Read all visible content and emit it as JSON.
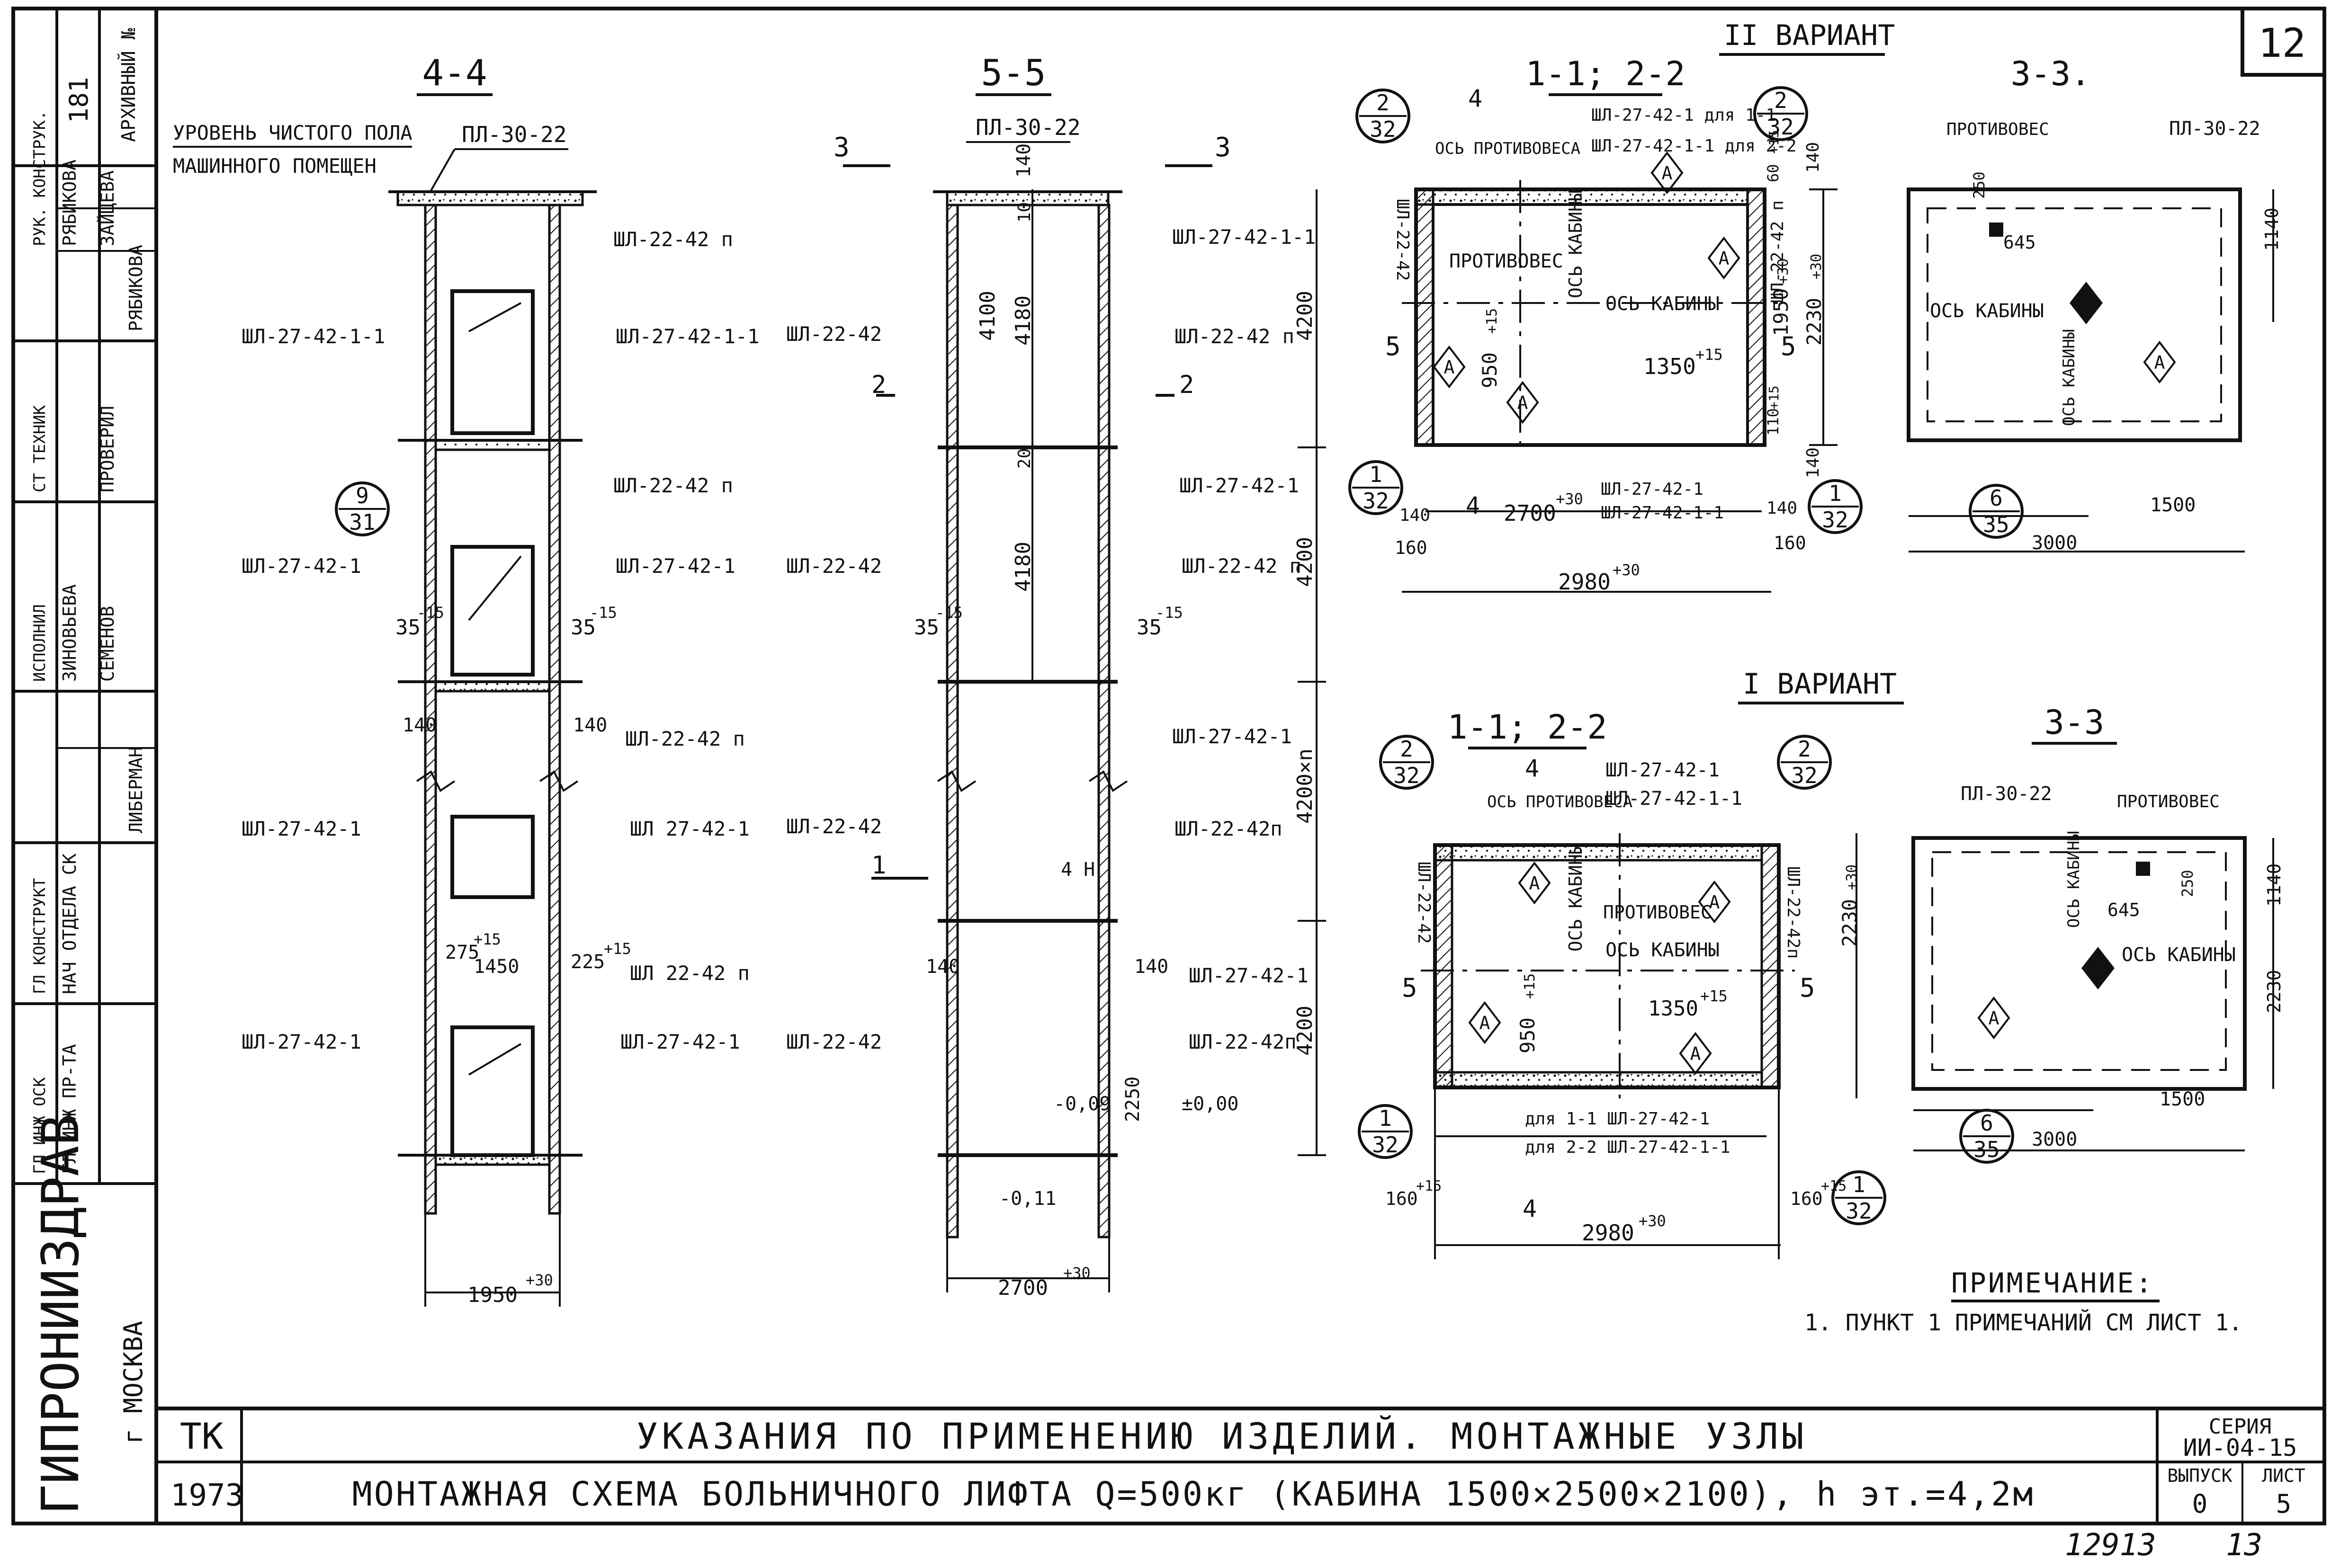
{
  "colors": {
    "ink": "#111111",
    "paper": "#ffffff"
  },
  "sheet": {
    "number": "12",
    "footer_left": "12913",
    "footer_right": "13"
  },
  "stamp": {
    "org": "ГИПРОНИИЗДРАВ",
    "city": "г МОСКВА",
    "archive_no": "181",
    "archive_label": "АРХИВНЫЙ №",
    "roles": [
      {
        "role": "РУК. КОНСТРУК.",
        "name": "РЯБИКОВА"
      },
      {
        "role": "",
        "name": "ЗАЙЦЕВА"
      },
      {
        "role": "",
        "name": "РЯБИКОВА"
      },
      {
        "role": "СТ ТЕХНИК",
        "name": "ПРОВЕРИЛ"
      },
      {
        "role": "ИСПОЛНИЛ",
        "name": "ЗИНОВЬЕВА"
      },
      {
        "role": "",
        "name": "СЕМЕНОВ"
      },
      {
        "role": "",
        "name": "ЛИБЕРМАН"
      },
      {
        "role": "ГЛ КОНСТРУКТ",
        "name": "НАЧ ОТДЕЛА СК"
      },
      {
        "role": "ГЛ ИНЖ ОСК",
        "name": "ГЛ ИНЖ ПР-ТА"
      }
    ]
  },
  "title_block": {
    "code": "ТК",
    "year": "1973",
    "title1": "УКАЗАНИЯ ПО ПРИМЕНЕНИЮ ИЗДЕЛИЙ. МОНТАЖНЫЕ УЗЛЫ",
    "title2": "МОНТАЖНАЯ СХЕМА БОЛЬНИЧНОГО ЛИФТА Q=500кг (КАБИНА 1500×2500×2100), h эт.=4,2м",
    "series_label": "СЕРИЯ",
    "series": "ИИ-04-15",
    "issue_label": "ВЫПУСК",
    "issue": "0",
    "sheet_label": "ЛИСТ",
    "sheet_no": "5"
  },
  "section44": {
    "title": "4-4",
    "level_note1": "УРОВЕНЬ ЧИСТОГО ПОЛА",
    "level_note2": "МАШИННОГО ПОМЕЩЕН",
    "slab": "ПЛ-30-22",
    "labels_right": [
      "ШЛ-22-42 п",
      "ШЛ-27-42-1-1",
      "ШЛ-22-42 п",
      "ШЛ-27-42-1",
      "ШЛ-22-42 п",
      "ШЛ 27-42-1",
      "ШЛ 22-42 п",
      "ШЛ-27-42-1"
    ],
    "labels_left": [
      "ШЛ-27-42-1-1",
      "ШЛ-27-42-1",
      "ШЛ-27-42-1",
      "ШЛ-27-42-1"
    ],
    "callout_top": "9",
    "callout_bot": "31",
    "dims": [
      "35",
      "35",
      "140",
      "140",
      "275",
      "1450",
      "225",
      "1950"
    ],
    "tol": [
      "-15",
      "-15",
      "+15",
      "+15",
      "+30"
    ]
  },
  "section55": {
    "title": "5-5",
    "slab": "ПЛ-30-22",
    "cut3": "3",
    "cut2": "2",
    "cut1": "1",
    "labels_left": [
      "ШЛ-22-42",
      "ШЛ-22-42",
      "ШЛ-22-42",
      "ШЛ-22-42"
    ],
    "labels_right": [
      "ШЛ-27-42-1-1",
      "ШЛ-22-42 п",
      "ШЛ-27-42-1",
      "ШЛ-22-42 п",
      "ШЛ-27-42-1",
      "ШЛ-22-42п",
      "ШЛ-27-42-1",
      "ШЛ-22-42п"
    ],
    "dims_vertical": [
      "140",
      "10",
      "4100",
      "4180",
      "20",
      "4180",
      "4200",
      "4200",
      "4200×n",
      "4200",
      "2250"
    ],
    "dims_misc": [
      "35",
      "35",
      "140",
      "140",
      "4 H",
      "2700"
    ],
    "tol": [
      "-15",
      "-15",
      "+30"
    ],
    "levels": [
      "-0,09",
      "±0,00",
      "-0,11"
    ]
  },
  "variant2": {
    "heading": "II ВАРИАНТ",
    "plan_title": "1-1; 2-2",
    "labels": [
      "ШЛ-27-42-1 для 1-1",
      "ШЛ-27-42-1-1 для 2-2",
      "ОСЬ ПРОТИВОВЕСА",
      "ПРОТИВОВЕС",
      "ОСЬ КАБИНЫ",
      "ОСЬ КАБИНЫ",
      "ШЛ-22-42",
      "ШЛ-22-42 п",
      "ШЛ-27-42-1",
      "ШЛ-27-42-1-1"
    ],
    "callouts": [
      {
        "top": "2",
        "bot": "32"
      },
      {
        "top": "2",
        "bot": "32"
      },
      {
        "top": "1",
        "bot": "32"
      },
      {
        "top": "1",
        "bot": "32"
      }
    ],
    "marker": "A",
    "dims": [
      "4",
      "5",
      "5",
      "4",
      "60",
      "140",
      "140",
      "160",
      "140",
      "160",
      "110",
      "140",
      "950",
      "1350",
      "1950",
      "2230",
      "2700",
      "2980"
    ],
    "tol": [
      "+15",
      "+15",
      "+15",
      "+15",
      "+30",
      "+30",
      "+30",
      "+30"
    ],
    "plan33_title": "3-3.",
    "plan33_labels": [
      "ПРОТИВОВЕС",
      "ПЛ-30-22",
      "ОСЬ КАБИНЫ",
      "ОСЬ КАБИНЫ"
    ],
    "plan33_dims": [
      "250",
      "645",
      "1140",
      "1500",
      "3000"
    ],
    "plan33_callout": {
      "top": "6",
      "bot": "35"
    }
  },
  "variant1": {
    "heading": "I ВАРИАНТ",
    "plan_title": "1-1; 2-2",
    "labels": [
      "ОСЬ ПРОТИВОВЕСА",
      "ШЛ-27-42-1",
      "ШЛ-27-42-1-1",
      "ШЛ-22-42",
      "ОСЬ КАБИНЫ",
      "ПРОТИВОВЕС",
      "ОСЬ КАБИНЫ",
      "ШЛ-22-42п",
      "для 1-1 ШЛ-27-42-1",
      "для 2-2 ШЛ-27-42-1-1"
    ],
    "callouts": [
      {
        "top": "2",
        "bot": "32"
      },
      {
        "top": "2",
        "bot": "32"
      },
      {
        "top": "1",
        "bot": "32"
      },
      {
        "top": "1",
        "bot": "32"
      }
    ],
    "marker": "A",
    "dims": [
      "4",
      "5",
      "5",
      "4",
      "950",
      "1350",
      "2230",
      "160",
      "160",
      "2980"
    ],
    "tol": [
      "+15",
      "+15",
      "+30",
      "+15",
      "+15",
      "+30"
    ],
    "plan33_title": "3-3",
    "plan33_labels": [
      "ПЛ-30-22",
      "ПРОТИВОВЕС",
      "ОСЬ КАБИНЫ",
      "ОСЬ КАБИНЫ"
    ],
    "plan33_dims": [
      "645",
      "250",
      "1140",
      "2230",
      "1500",
      "3000"
    ],
    "plan33_callout": {
      "top": "6",
      "bot": "35"
    }
  },
  "note": {
    "heading": "ПРИМЕЧАНИЕ:",
    "text": "1. ПУНКТ 1 ПРИМЕЧАНИЙ СМ ЛИСТ 1."
  }
}
